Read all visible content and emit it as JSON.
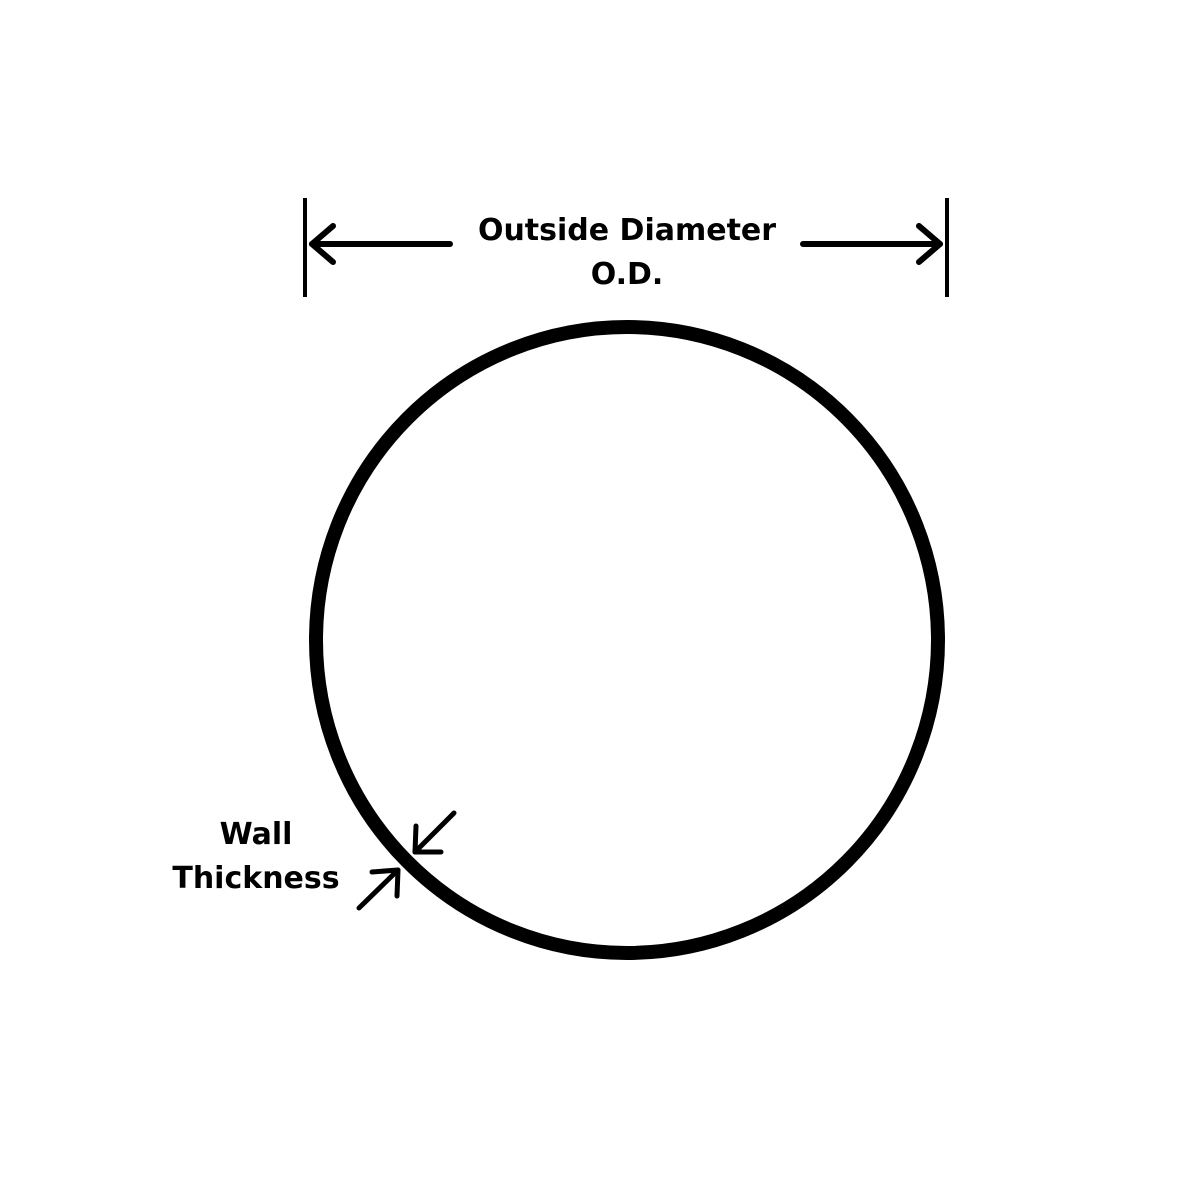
{
  "labels": {
    "outside_diameter": "Outside Diameter",
    "od_abbrev": "O.D.",
    "wall_line1": "Wall",
    "wall_line2": "Thickness"
  },
  "colors": {
    "ink": "#000000",
    "background": "#ffffff"
  }
}
